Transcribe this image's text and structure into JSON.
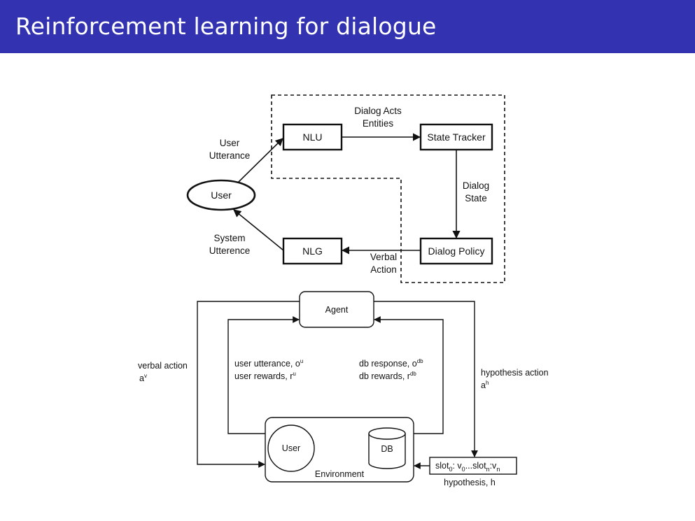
{
  "slide": {
    "title": "Reinforcement learning for dialogue"
  },
  "top_diagram": {
    "nodes": {
      "user": "User",
      "nlu": "NLU",
      "state_tracker": "State Tracker",
      "dialog_policy": "Dialog Policy",
      "nlg": "NLG"
    },
    "edge_labels": {
      "user_utterance": [
        "User",
        "Utterance"
      ],
      "dialog_acts": [
        "Dialog Acts",
        "Entities"
      ],
      "dialog_state": [
        "Dialog",
        "State"
      ],
      "verbal_action": [
        "Verbal",
        "Action"
      ],
      "system_utterence": [
        "System",
        "Utterence"
      ]
    }
  },
  "bottom_diagram": {
    "agent": "Agent",
    "environment": "Environment",
    "user": "User",
    "db": "DB",
    "hypothesis_box": {
      "p1": "slot",
      "s1": "0",
      "p2": ": v",
      "s2": "0",
      "p3": "...slot",
      "s3": "n",
      "p4": ":v",
      "s4": "n"
    },
    "hypothesis_caption": "hypothesis, h",
    "left_outer": {
      "line1": "verbal action",
      "line2_base": "a",
      "line2_sup": "v"
    },
    "left_inner": {
      "line1_base": "user utterance, o",
      "line1_sup": "u",
      "line2_base": "user rewards, r",
      "line2_sup": "u"
    },
    "right_inner": {
      "line1_base": "db response, o",
      "line1_sup": "db",
      "line2_base": "db rewards, r",
      "line2_sup": "db"
    },
    "right_outer": {
      "line1": "hypothesis action",
      "line2_base": "a",
      "line2_sup": "h"
    }
  }
}
